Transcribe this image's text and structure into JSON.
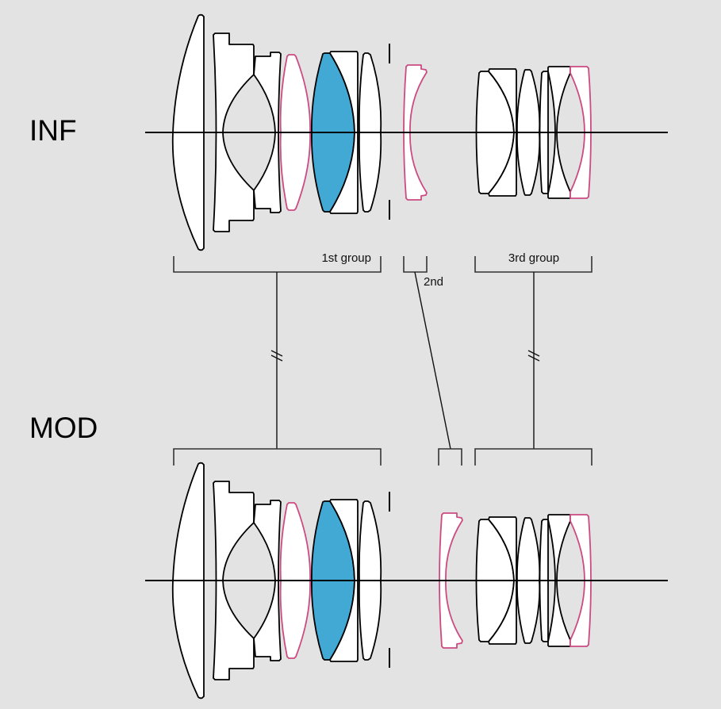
{
  "diagram": {
    "type": "lens-construction",
    "states": [
      {
        "id": "inf",
        "label": "INF"
      },
      {
        "id": "mod",
        "label": "MOD"
      }
    ],
    "groups": [
      {
        "id": "g1",
        "label": "1st group"
      },
      {
        "id": "g2",
        "label": "2nd"
      },
      {
        "id": "g3",
        "label": "3rd group"
      }
    ],
    "element_types": {
      "standard": "#ffffff",
      "highlighted_outline": "#cc4b82",
      "highlighted_fill": "#42a9d4"
    },
    "colors": {
      "background": "#e3e3e3",
      "outline": "#000000",
      "pink_element": "#cc4b82",
      "blue_element": "#42a9d4"
    }
  }
}
